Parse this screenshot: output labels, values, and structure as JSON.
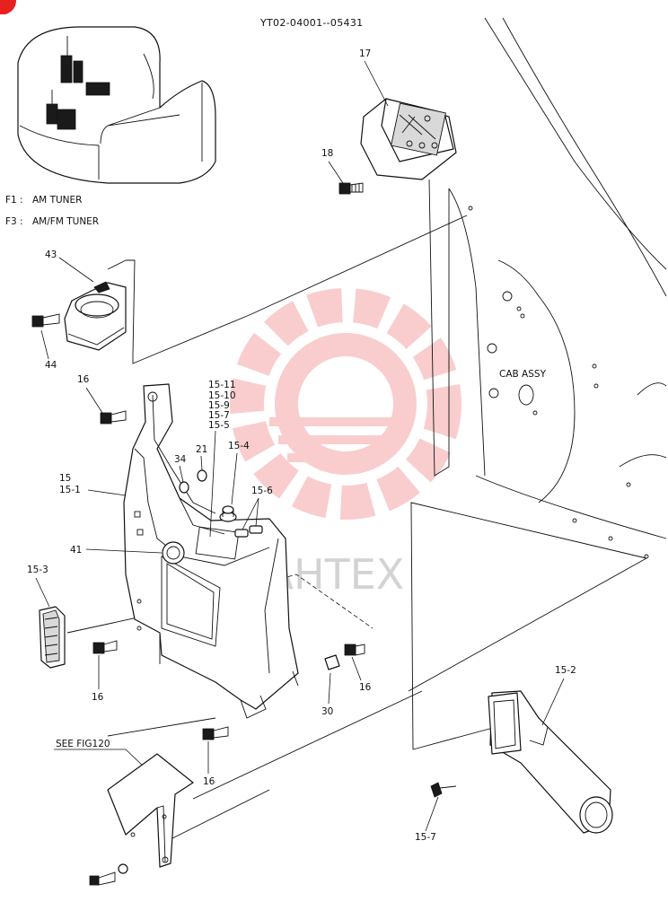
{
  "header": {
    "serial_range": "YT02-04001--05431"
  },
  "legend": [
    {
      "code": "F1 :",
      "text": "AM TUNER"
    },
    {
      "code": "F3 :",
      "text": "AM/FM TUNER"
    }
  ],
  "labels": {
    "p17": "17",
    "p18": "18",
    "p43": "43",
    "p44": "44",
    "p16a": "16",
    "p16b": "16",
    "p16c": "16",
    "p16d": "16",
    "p15_11": "15-11",
    "p15_10": "15-10",
    "p15_9": "15-9",
    "p15_7a": "15-7",
    "p15_5": "15-5",
    "p15_4": "15-4",
    "p15_6": "15-6",
    "p21": "21",
    "p34": "34",
    "p15": "15",
    "p15_1": "15-1",
    "p41": "41",
    "p15_3": "15-3",
    "p30": "30",
    "p15_2": "15-2",
    "p15_7b": "15-7",
    "cab_assy": "CAB ASSY",
    "see_fig": "SEE FIG120"
  },
  "watermark": {
    "text": "IAHTEX",
    "color": "#e8211f"
  }
}
